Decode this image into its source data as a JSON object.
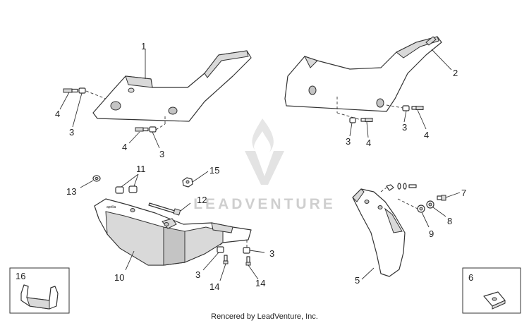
{
  "watermark": {
    "text": "LEADVENTURE"
  },
  "footer": {
    "text": "Rencered by LeadVenture, Inc."
  },
  "callouts": {
    "c1": "1",
    "c2": "2",
    "c3a": "3",
    "c3b": "3",
    "c3c": "3",
    "c3d": "3",
    "c3e": "3",
    "c3f": "3",
    "c4a": "4",
    "c4b": "4",
    "c4c": "4",
    "c4d": "4",
    "c5": "5",
    "c6": "6",
    "c7": "7",
    "c8": "8",
    "c9": "9",
    "c10": "10",
    "c11": "11",
    "c12": "12",
    "c13": "13",
    "c14a": "14",
    "c14b": "14",
    "c15": "15",
    "c16": "16"
  }
}
